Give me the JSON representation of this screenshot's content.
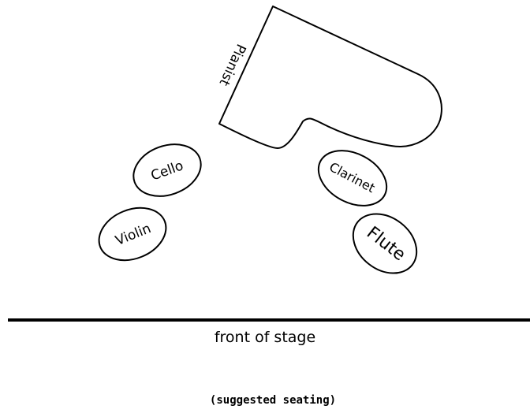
{
  "diagram": {
    "piano_label": "Pianist",
    "players": {
      "cello": "Cello",
      "violin": "Violin",
      "clarinet": "Clarinet",
      "flute": "Flute"
    },
    "stage_front_label": "front of stage",
    "seating_note": "(suggested seating)"
  }
}
